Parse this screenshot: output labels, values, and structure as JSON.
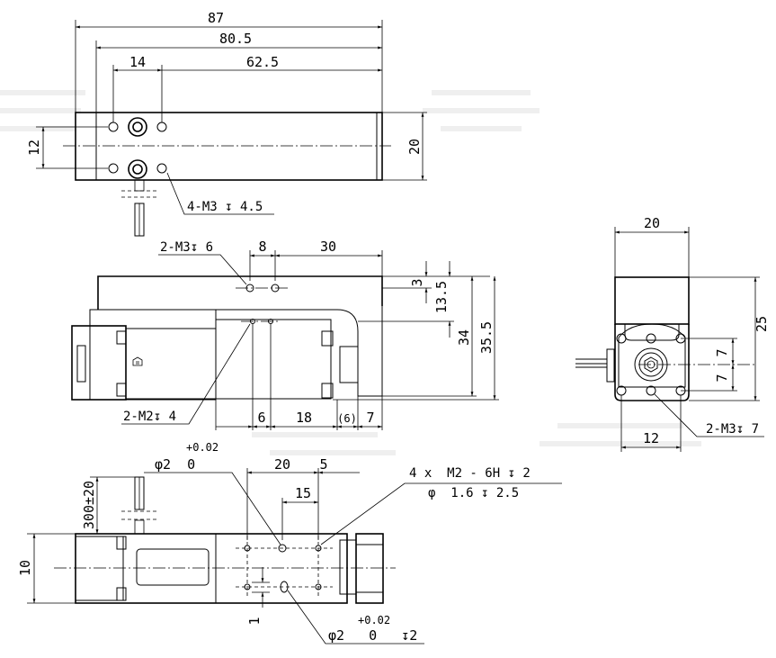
{
  "top_view": {
    "dim_overall": "87",
    "dim_body": "80.5",
    "dim_offset": "14",
    "dim_span": "62.5",
    "dim_spacing": "12",
    "dim_height": "20",
    "note_holes": "4-M3 ↧ 4.5"
  },
  "side_view": {
    "note_top_holes": "2-M3↧ 6",
    "dim_a": "8",
    "dim_b": "30",
    "dim_c": "3",
    "dim_d": "13.5",
    "dim_e": "34",
    "dim_f": "35.5",
    "dim_g": "6",
    "dim_h": "18",
    "dim_i": "(6)",
    "dim_j": "7",
    "note_side_holes": "2-M2↧ 4"
  },
  "end_view": {
    "dim_width": "20",
    "dim_height": "25",
    "dim_up": "7",
    "dim_down": "7",
    "dim_base": "12",
    "note_holes": "2-M3↧ 7"
  },
  "bottom_view": {
    "pin_dia_tol": "+0.02",
    "pin_dia": "φ2  0",
    "dim_20": "20",
    "dim_5": "5",
    "dim_15": "15",
    "cable": "300±20",
    "dim_10": "10",
    "dim_1": "1",
    "note_threads_1": "4 x  M2 - 6H ↧ 2",
    "note_threads_2": "φ  1.6 ↧ 2.5",
    "slot_tol": "+0.02",
    "slot": "φ2   0   ↧2"
  }
}
